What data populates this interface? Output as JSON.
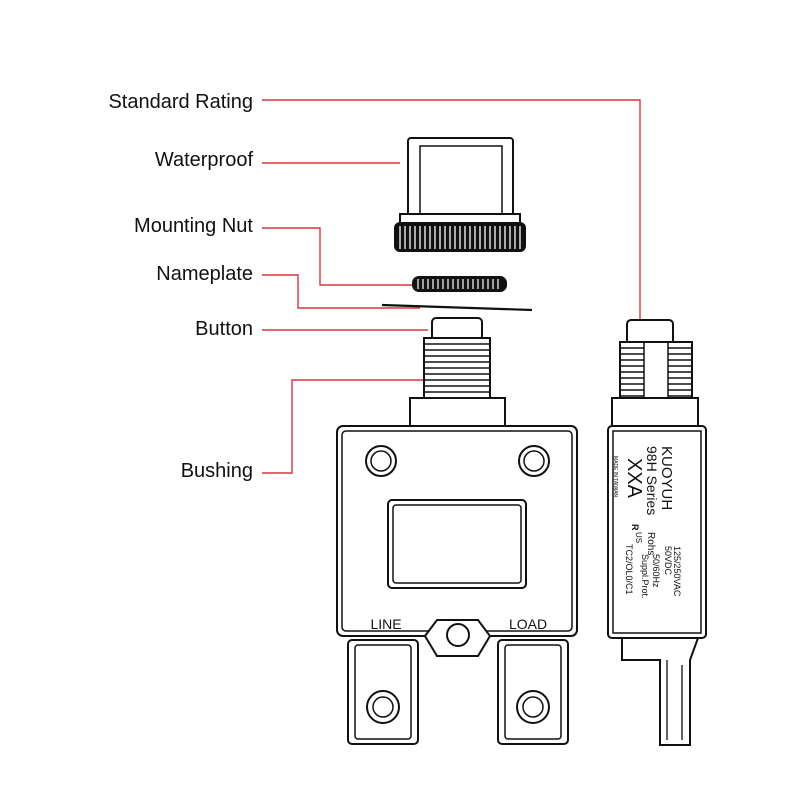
{
  "colors": {
    "callout": "#d9363e",
    "outline": "#111111"
  },
  "labels": {
    "standard_rating": "Standard Rating",
    "waterproof": "Waterproof",
    "mounting_nut": "Mounting Nut",
    "nameplate": "Nameplate",
    "button": "Button",
    "bushing": "Bushing"
  },
  "terminals": {
    "line": "LINE",
    "load": "LOAD"
  },
  "side_plate": {
    "brand": "KUOYUH",
    "series": "98H Series",
    "rating": "XXA",
    "origin": "MADE IN TAIWAN",
    "rohs": "Rohs",
    "spec_line1": "125/250VAC",
    "spec_line2": "50VDC",
    "spec_line3": "50/60Hz",
    "spec_line4": "Suppl.Prot.",
    "spec_line5": "TC2/OL0/C1",
    "cert_mark": "R",
    "us_mark": "US"
  }
}
